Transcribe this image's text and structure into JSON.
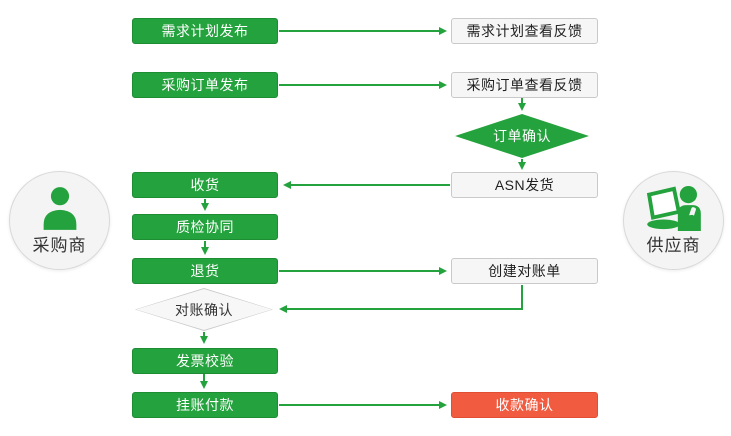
{
  "diagram": {
    "type": "flowchart",
    "background": "#ffffff"
  },
  "colors": {
    "green": "#24A23D",
    "green_border": "#1d8c33",
    "red": "#F15B40",
    "white_box_bg": "#f6f6f6",
    "white_box_border": "#c9c9c9",
    "circle_bg": "#f4f4f4",
    "circle_border": "#d9d9d9",
    "dark_text": "#1f1f1f"
  },
  "actors": {
    "buyer": {
      "label": "采购商",
      "icon": "person-silhouette-icon"
    },
    "supplier": {
      "label": "供应商",
      "icon": "person-at-laptop-icon"
    }
  },
  "nodes": {
    "demand_plan_release": {
      "label": "需求计划发布",
      "shape": "rect",
      "style": "green"
    },
    "demand_plan_feedback": {
      "label": "需求计划查看反馈",
      "shape": "rect",
      "style": "white"
    },
    "po_release": {
      "label": "采购订单发布",
      "shape": "rect",
      "style": "green"
    },
    "po_feedback": {
      "label": "采购订单查看反馈",
      "shape": "rect",
      "style": "white"
    },
    "order_confirm": {
      "label": "订单确认",
      "shape": "diamond",
      "style": "green"
    },
    "asn_ship": {
      "label": "ASN发货",
      "shape": "rect",
      "style": "white"
    },
    "receiving": {
      "label": "收货",
      "shape": "rect",
      "style": "green"
    },
    "quality_check": {
      "label": "质检协同",
      "shape": "rect",
      "style": "green"
    },
    "return_goods": {
      "label": "退货",
      "shape": "rect",
      "style": "green"
    },
    "create_statement": {
      "label": "创建对账单",
      "shape": "rect",
      "style": "white"
    },
    "statement_confirm": {
      "label": "对账确认",
      "shape": "diamond",
      "style": "white"
    },
    "invoice_verify": {
      "label": "发票校验",
      "shape": "rect",
      "style": "green"
    },
    "pending_payment": {
      "label": "挂账付款",
      "shape": "rect",
      "style": "green"
    },
    "payment_confirm": {
      "label": "收款确认",
      "shape": "rect",
      "style": "red"
    }
  },
  "edges": [
    {
      "from": "demand_plan_release",
      "to": "demand_plan_feedback",
      "arrow": true
    },
    {
      "from": "po_release",
      "to": "po_feedback",
      "arrow": true
    },
    {
      "from": "po_feedback",
      "to": "order_confirm",
      "arrow": true
    },
    {
      "from": "order_confirm",
      "to": "asn_ship",
      "arrow": true
    },
    {
      "from": "asn_ship",
      "to": "receiving",
      "arrow": true
    },
    {
      "from": "receiving",
      "to": "quality_check",
      "arrow": true
    },
    {
      "from": "quality_check",
      "to": "return_goods",
      "arrow": true
    },
    {
      "from": "return_goods",
      "to": "create_statement",
      "arrow": true
    },
    {
      "from": "return_goods",
      "to": "statement_confirm",
      "arrow": false
    },
    {
      "from": "create_statement",
      "to": "statement_confirm",
      "arrow": true
    },
    {
      "from": "statement_confirm",
      "to": "invoice_verify",
      "arrow": true
    },
    {
      "from": "invoice_verify",
      "to": "pending_payment",
      "arrow": true
    },
    {
      "from": "pending_payment",
      "to": "payment_confirm",
      "arrow": true
    }
  ]
}
